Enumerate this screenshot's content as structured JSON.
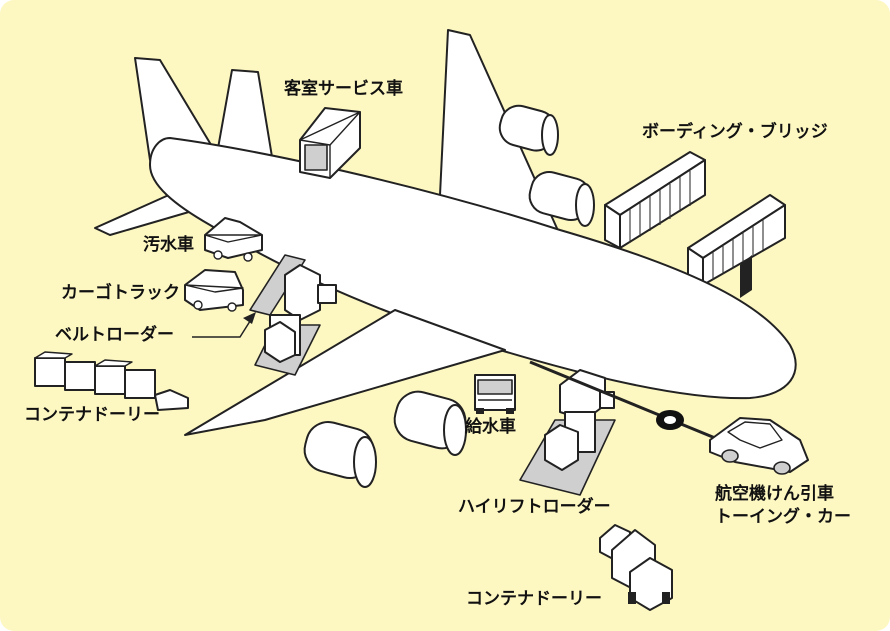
{
  "labels": {
    "cabin_service": "客室サービス車",
    "boarding_bridge": "ボーディング・ブリッジ",
    "lavatory": "汚水車",
    "cargo_truck": "カーゴトラック",
    "belt_loader": "ベルトローダー",
    "container_dolly_left": "コンテナドーリー",
    "water_truck": "給水車",
    "high_lift_loader": "ハイリフトローダー",
    "tug_line1": "航空機けん引車",
    "tug_line2": "トーイング・カー",
    "container_dolly_bottom": "コンテナドーリー"
  },
  "colors": {
    "background": "#fdf7c2",
    "aircraft_fill": "#ffffff",
    "outline": "#222222",
    "vehicle_shade": "#cfcfcf"
  }
}
